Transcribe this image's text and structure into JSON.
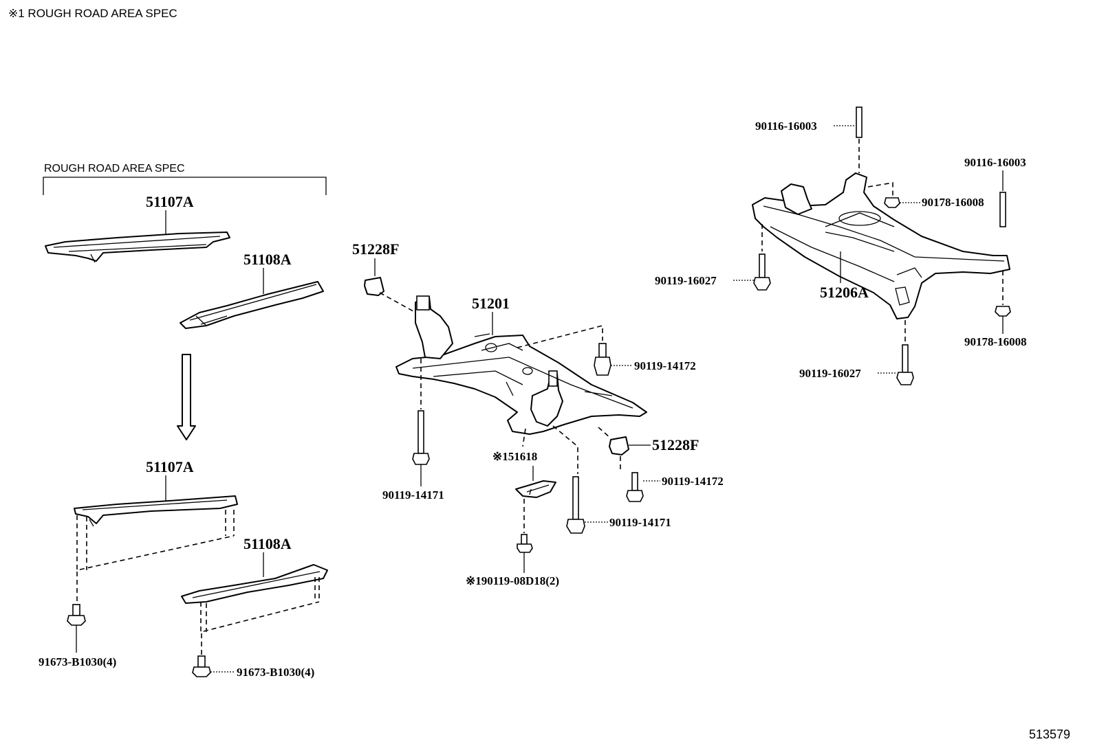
{
  "header": {
    "note": "※1  ROUGH ROAD AREA SPEC"
  },
  "group_label": "ROUGH ROAD AREA SPEC",
  "diagram_id": "513579",
  "callouts": {
    "p51107A_top": "51107A",
    "p51108A_top": "51108A",
    "p51107A_bottom": "51107A",
    "p51108A_bottom": "51108A",
    "p91673_left": "91673-B1030(4)",
    "p91673_right": "91673-B1030(4)",
    "p51228F_left": "51228F",
    "p51228F_right": "51228F",
    "p51201": "51201",
    "p90119_14172_upper": "90119-14172",
    "p90119_14172_lower": "90119-14172",
    "p90119_14171_left": "90119-14171",
    "p90119_14171_right": "90119-14171",
    "p51618": "※151618",
    "p90119_08D18": "※190119-08D18(2)",
    "p90116_16003_top": "90116-16003",
    "p90116_16003_right": "90116-16003",
    "p90178_16008_top": "90178-16008",
    "p90178_16008_bottom": "90178-16008",
    "p90119_16027_left": "90119-16027",
    "p90119_16027_bottom": "90119-16027",
    "p51206A": "51206A"
  }
}
